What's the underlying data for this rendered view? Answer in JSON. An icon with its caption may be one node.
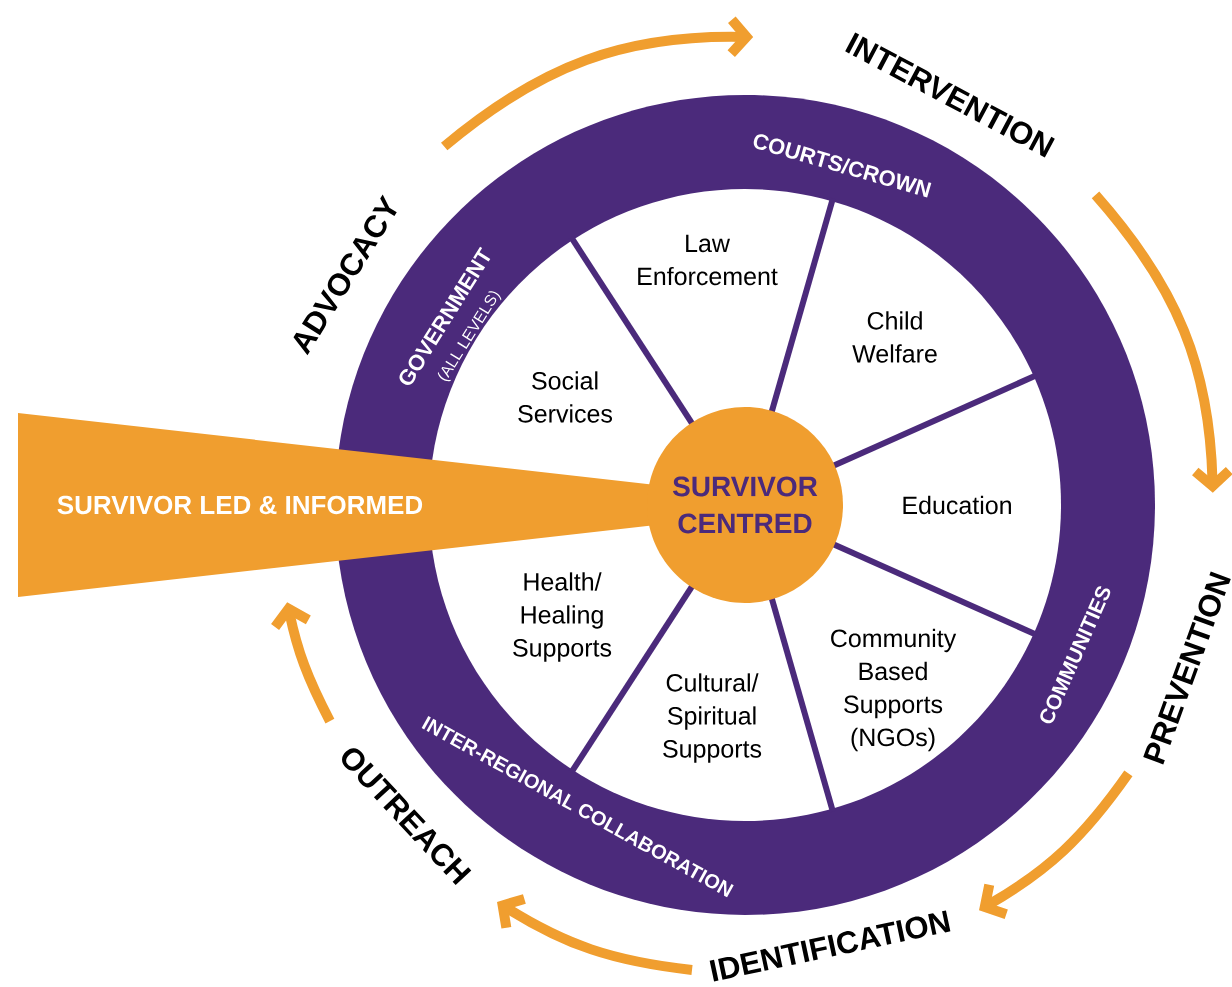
{
  "diagram": {
    "nodes": [
      {
        "text": [
          "ADVOCACY"
        ]
      },
      {
        "text": [
          "INTERVENTION"
        ]
      },
      {
        "text": [
          "PREVENTION"
        ]
      },
      {
        "text": [
          "IDENTIFICATION"
        ]
      },
      {
        "text": [
          "OUTREACH"
        ]
      },
      {
        "text": [
          "COURTS/CROWN",
          "GOVERNMENT",
          "(ALL LEVELS)",
          "COMMUNITIES",
          "INTER-REGIONAL COLLABORATION"
        ]
      },
      {
        "text": [
          "Social Services"
        ],
        "in": 5
      },
      {
        "text": [
          "Law Enforcement"
        ],
        "in": 5
      },
      {
        "text": [
          "Child Welfare"
        ],
        "in": 5
      },
      {
        "text": [
          "Education"
        ],
        "in": 5
      },
      {
        "text": [
          "Community Based Supports (NGOs)"
        ],
        "in": 5
      },
      {
        "text": [
          "Cultural/ Spiritual Supports"
        ],
        "in": 5
      },
      {
        "text": [
          "Health/ Healing Supports"
        ],
        "in": 5
      },
      {
        "text": [
          "SURVIVOR CENTRED"
        ],
        "in": 5
      },
      {
        "text": [
          "SURVIVOR LED & INFORMED"
        ]
      }
    ],
    "edges": [
      {
        "from": 0,
        "to": 1,
        "arrow": "to"
      },
      {
        "from": 1,
        "to": 2,
        "arrow": "to"
      },
      {
        "from": 2,
        "to": 3,
        "arrow": "to"
      },
      {
        "from": 3,
        "to": 4,
        "arrow": "to"
      },
      {
        "from": 4,
        "to": 14,
        "arrow": "to"
      }
    ]
  }
}
